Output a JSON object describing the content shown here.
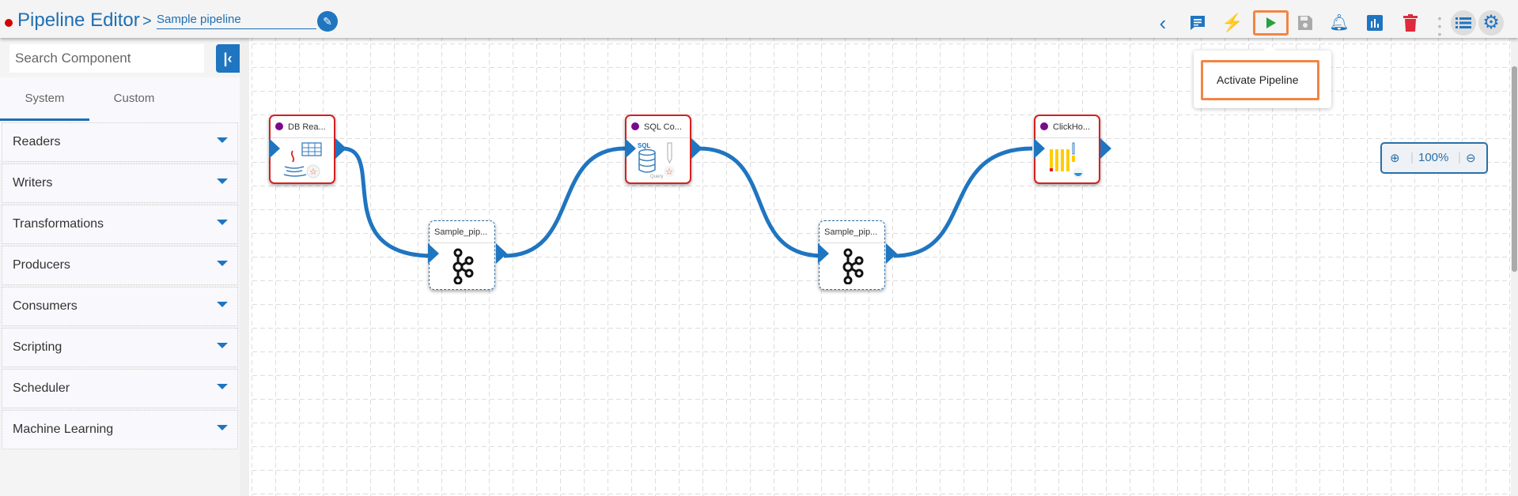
{
  "header": {
    "title": "Pipeline Editor",
    "separator": ">",
    "pipeline_name": "Sample pipeline"
  },
  "toolbar": {
    "back": "‹",
    "tooltip": "Activate Pipeline"
  },
  "sidebar": {
    "search_placeholder": "Search Component",
    "tabs": [
      {
        "label": "System"
      },
      {
        "label": "Custom"
      }
    ],
    "items": [
      {
        "label": "Readers"
      },
      {
        "label": "Writers"
      },
      {
        "label": "Transformations"
      },
      {
        "label": "Producers"
      },
      {
        "label": "Consumers"
      },
      {
        "label": "Scripting"
      },
      {
        "label": "Scheduler"
      },
      {
        "label": "Machine Learning"
      }
    ]
  },
  "nodes": [
    {
      "label": "DB Rea..."
    },
    {
      "label": "Sample_pip..."
    },
    {
      "label": "SQL Co...",
      "sub": "Query",
      "badge": "SQL"
    },
    {
      "label": "Sample_pip..."
    },
    {
      "label": "ClickHo..."
    }
  ],
  "zoom": {
    "level": "100%"
  },
  "colors": {
    "accent": "#1f75c0",
    "highlight": "#f28544",
    "status": "#d40000"
  }
}
